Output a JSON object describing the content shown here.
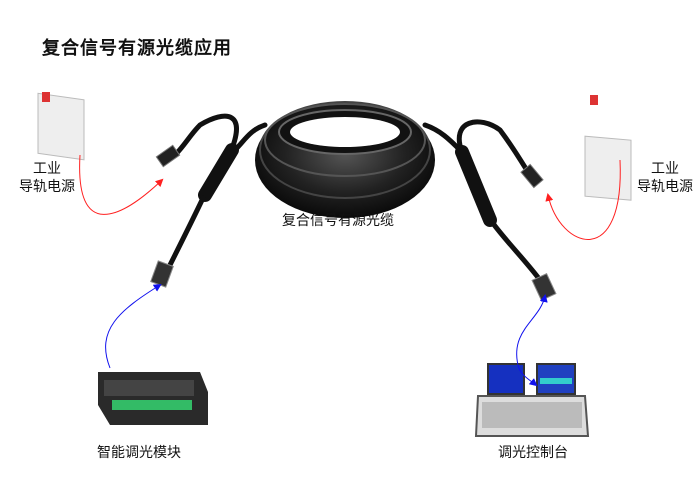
{
  "title": "复合信号有源光缆应用",
  "cable_label": "复合信号有源光缆",
  "left_power": {
    "line1": "工业",
    "line2": "导轨电源"
  },
  "right_power": {
    "line1": "工业",
    "line2": "导轨电源"
  },
  "dimmer_module_label": "智能调光模块",
  "console_label": "调光控制台",
  "colors": {
    "power_line": "#ff2020",
    "signal_line": "#1010ee",
    "cable": "#1a1a1a"
  }
}
